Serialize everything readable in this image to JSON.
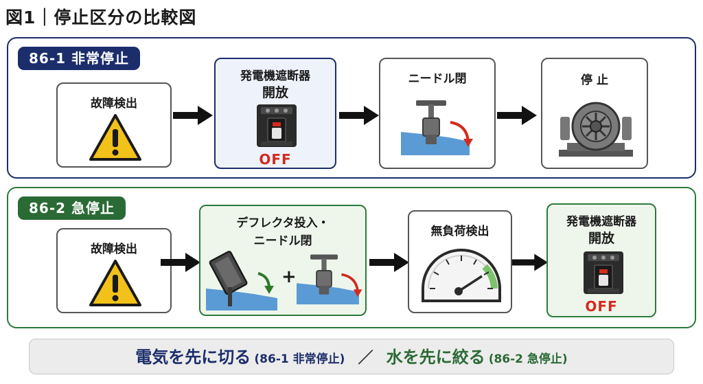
{
  "figure_title": "図1｜停止区分の比較図",
  "row1": {
    "label": "86-1 非常停止",
    "steps": [
      {
        "title": "故障検出",
        "icon": "warning-icon"
      },
      {
        "title": "発電機遮断器",
        "subtitle": "開放",
        "status": "OFF",
        "icon": "breaker-icon"
      },
      {
        "title": "ニードル閉",
        "icon": "needle-valve-icon"
      },
      {
        "title": "停 止",
        "icon": "generator-icon"
      }
    ]
  },
  "row2": {
    "label": "86-2 急停止",
    "steps": [
      {
        "title": "故障検出",
        "icon": "warning-icon"
      },
      {
        "title": "デフレクタ投入・",
        "title2": "ニードル閉",
        "plus": "+",
        "icon": "deflector-icon"
      },
      {
        "title": "無負荷検出",
        "icon": "gauge-icon"
      },
      {
        "title": "発電機遮断器",
        "subtitle": "開放",
        "status": "OFF",
        "icon": "breaker-icon"
      }
    ]
  },
  "summary": {
    "part1": "電気を先に切る",
    "tag1": "(86-1 非常停止)",
    "separator": "／",
    "part2": "水を先に絞る",
    "tag2": "(86-2 急停止)"
  },
  "colors": {
    "navy": "#1b2d6b",
    "green": "#2a6a34",
    "red": "#d12b1e",
    "warning_yellow": "#f2c21b",
    "water_blue": "#5b9bd5"
  }
}
